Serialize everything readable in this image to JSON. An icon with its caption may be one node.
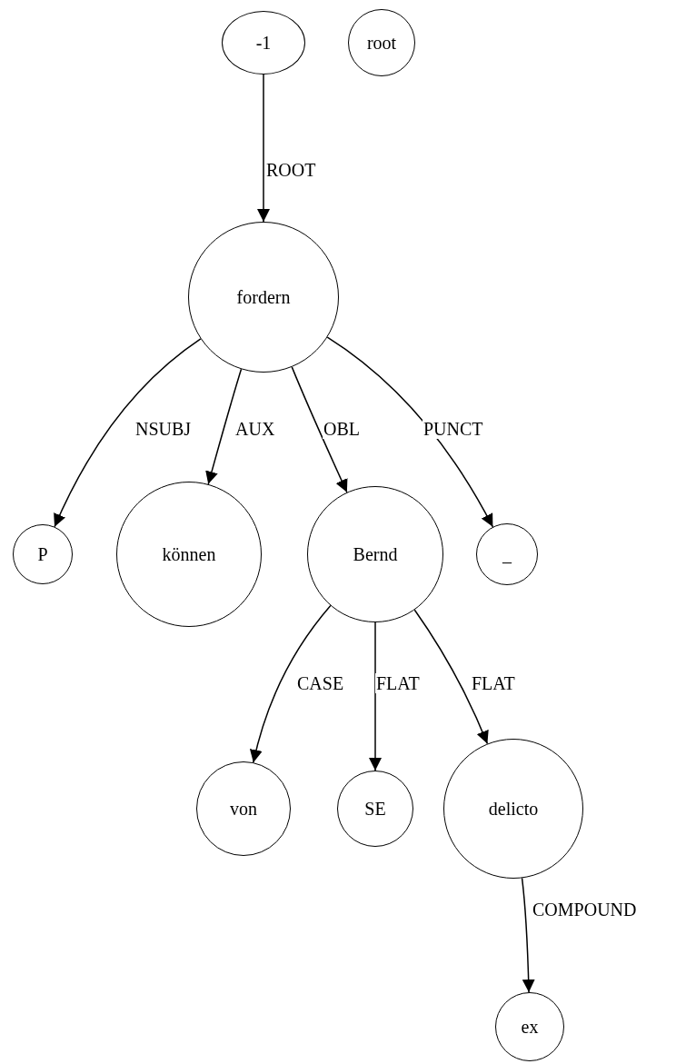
{
  "diagram": {
    "nodes": [
      {
        "text": [
          "-1"
        ]
      },
      {
        "text": [
          "root"
        ]
      },
      {
        "text": [
          "fordern"
        ]
      },
      {
        "text": [
          "P"
        ]
      },
      {
        "text": [
          "können"
        ]
      },
      {
        "text": [
          "Bernd"
        ]
      },
      {
        "text": [
          "_"
        ]
      },
      {
        "text": [
          "von"
        ]
      },
      {
        "text": [
          "SE"
        ]
      },
      {
        "text": [
          "delicto"
        ]
      },
      {
        "text": [
          "ex"
        ]
      }
    ],
    "edges": [
      {
        "from": 0,
        "to": 2,
        "arrow": "to",
        "label": "ROOT"
      },
      {
        "from": 2,
        "to": 3,
        "arrow": "to",
        "label": "NSUBJ"
      },
      {
        "from": 2,
        "to": 4,
        "arrow": "to",
        "label": "AUX"
      },
      {
        "from": 2,
        "to": 5,
        "arrow": "to",
        "label": "OBL"
      },
      {
        "from": 2,
        "to": 6,
        "arrow": "to",
        "label": "PUNCT"
      },
      {
        "from": 5,
        "to": 7,
        "arrow": "to",
        "label": "CASE"
      },
      {
        "from": 5,
        "to": 8,
        "arrow": "to",
        "label": "FLAT"
      },
      {
        "from": 5,
        "to": 9,
        "arrow": "to",
        "label": "FLAT"
      },
      {
        "from": 9,
        "to": 10,
        "arrow": "to",
        "label": "COMPOUND"
      }
    ]
  }
}
